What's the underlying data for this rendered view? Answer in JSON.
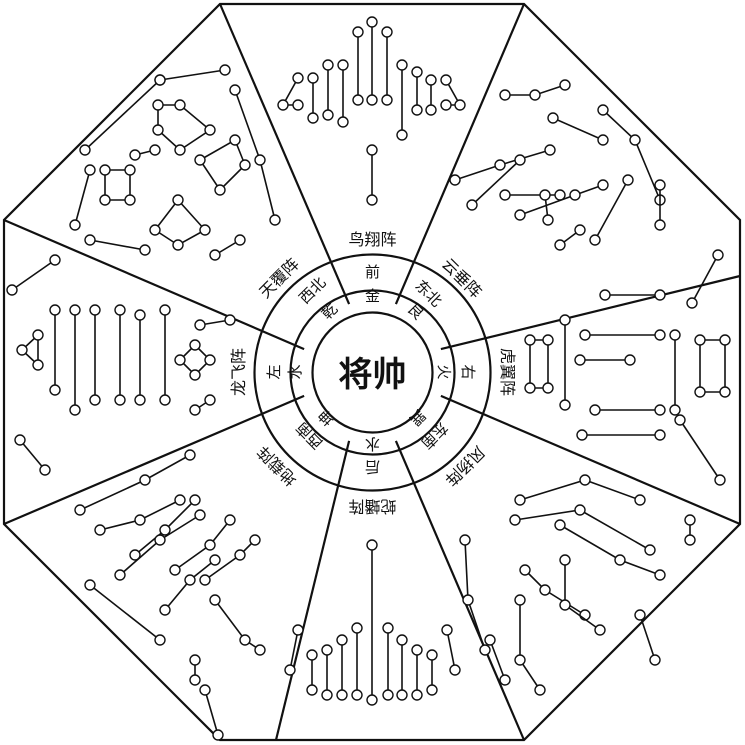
{
  "center": {
    "label": "将帅"
  },
  "sectors": [
    {
      "key": "n",
      "name": "鸟翔阵",
      "dir": "前",
      "element": "金"
    },
    {
      "key": "ne",
      "name": "云垂阵",
      "dir": "东北",
      "element": "艮"
    },
    {
      "key": "e",
      "name": "虎翼阵",
      "dir": "右",
      "element": "火"
    },
    {
      "key": "se",
      "name": "风扬阵",
      "dir": "东南",
      "element": "巽"
    },
    {
      "key": "s",
      "name": "蛇蟠阵",
      "dir": "后",
      "element": "水"
    },
    {
      "key": "sw",
      "name": "地载阵",
      "dir": "西南",
      "element": "坤"
    },
    {
      "key": "w",
      "name": "龙飞阵",
      "dir": "左",
      "element": "水"
    },
    {
      "key": "nw",
      "name": "天覆阵",
      "dir": "西北",
      "element": "乾"
    }
  ],
  "colors": {
    "stroke": "#111111",
    "background": "#ffffff"
  }
}
